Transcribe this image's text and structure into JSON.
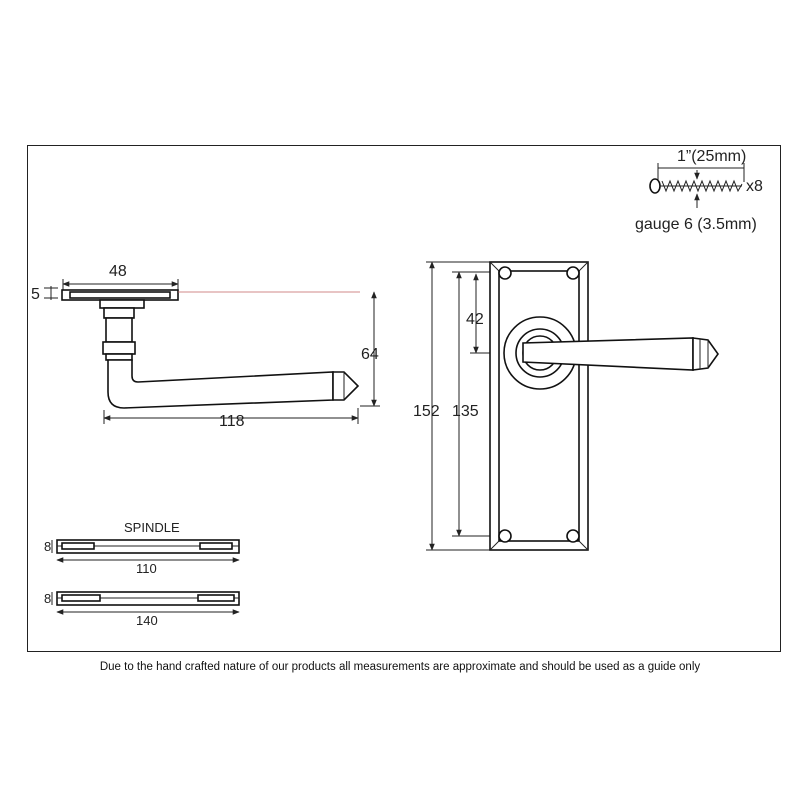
{
  "screw": {
    "length_label": "1”(25mm)",
    "quantity_label": "x8",
    "gauge_label": "gauge 6 (3.5mm)"
  },
  "lever_side": {
    "rose_diameter": "48",
    "rose_thickness": "5",
    "projection": "64",
    "lever_length": "118"
  },
  "backplate": {
    "height": "152",
    "fixing_centres": "135",
    "spindle_offset": "42"
  },
  "spindle": {
    "title": "SPINDLE",
    "short_size": "8",
    "short_length": "110",
    "long_size": "8",
    "long_length": "140"
  },
  "footer": {
    "disclaimer": "Due to the hand crafted nature of our products all measurements are approximate and should be used as a guide only"
  }
}
